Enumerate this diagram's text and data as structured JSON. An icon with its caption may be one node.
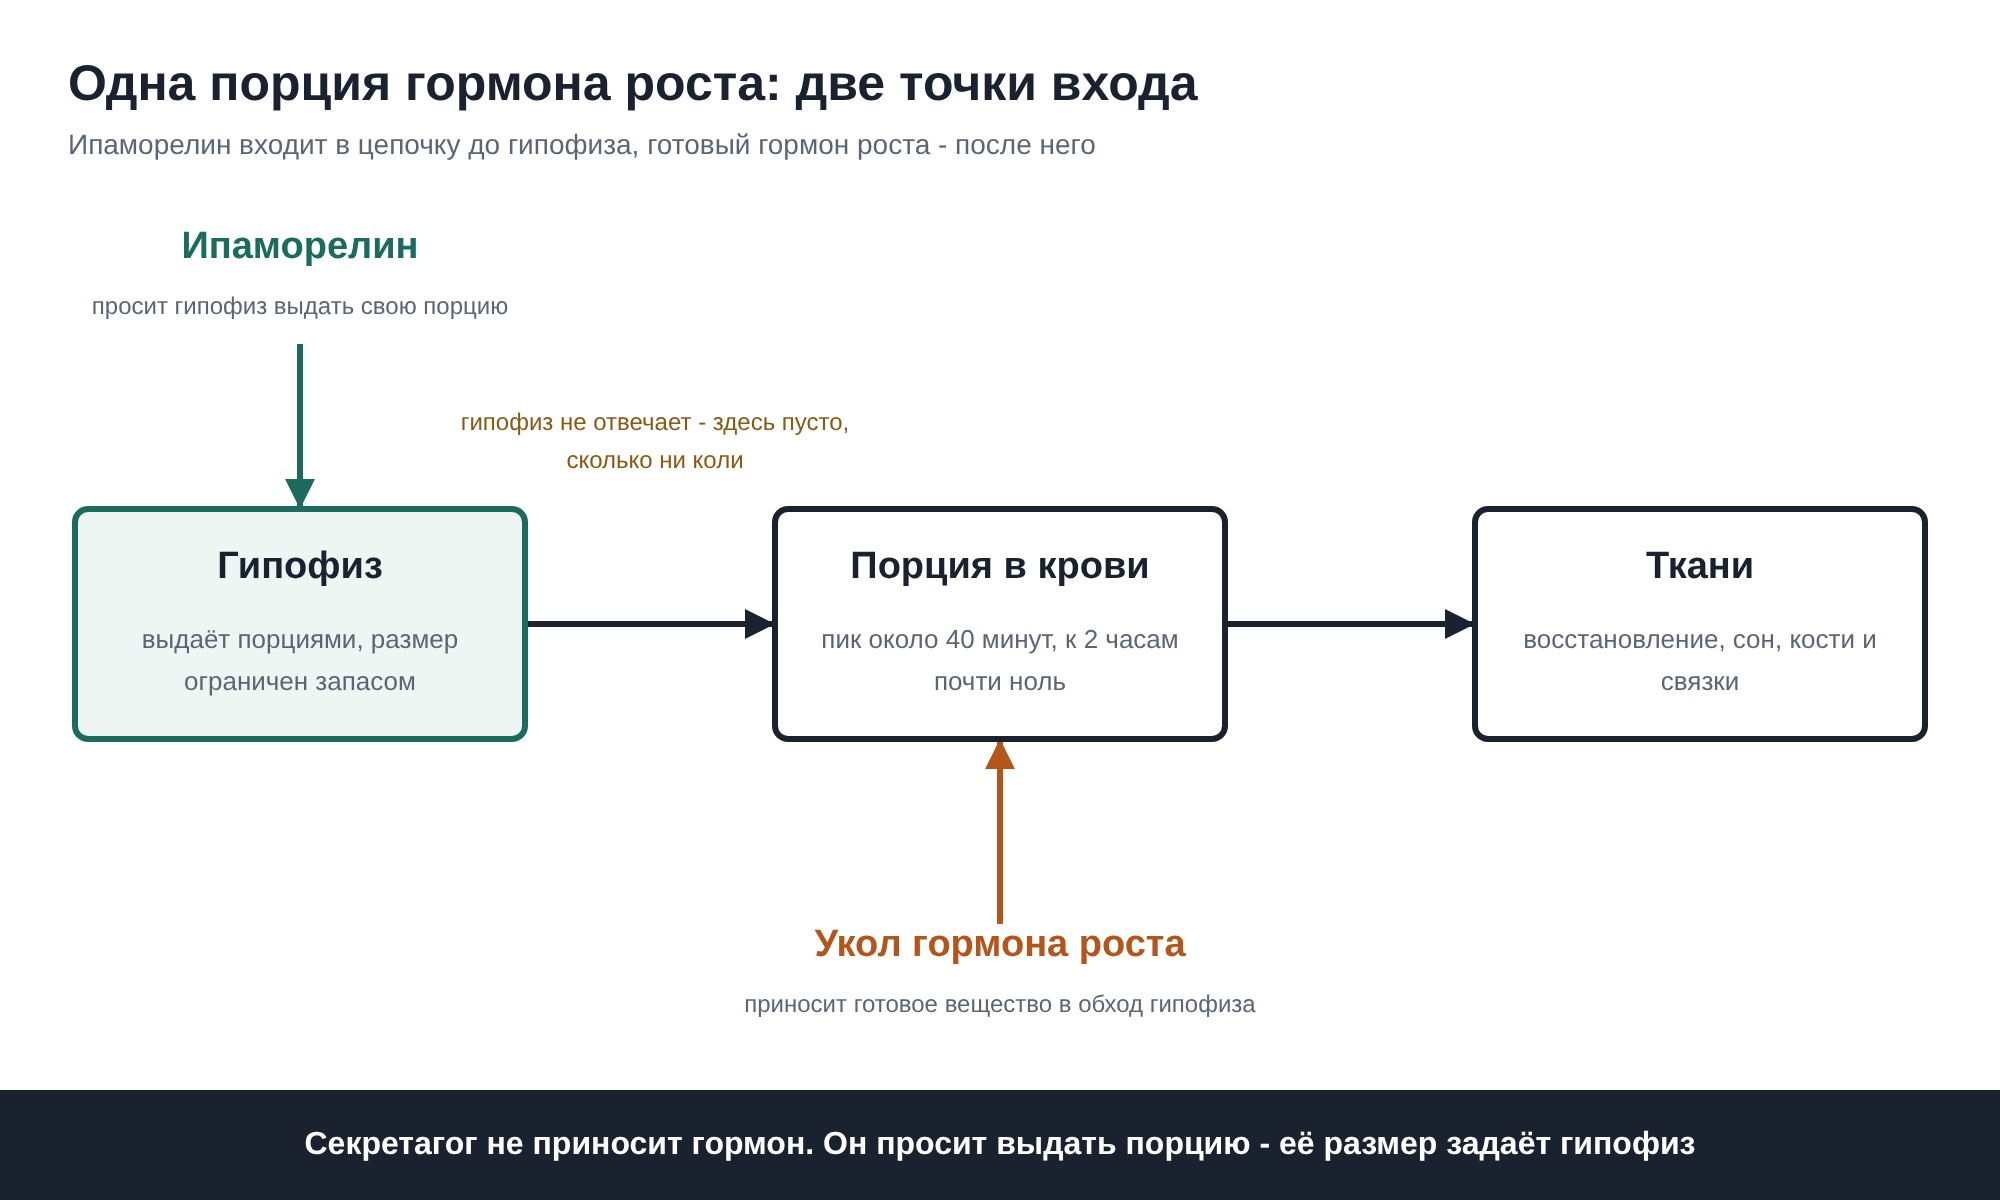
{
  "diagram": {
    "title": "Одна порция гормона роста: две точки входа",
    "caption": "Секретагог не приносит гормон. Он просит выдать порцию - её размер задаёт гипофиз",
    "nodes": [
      {
        "text": [
          "Ипаморелин",
          "просит гипофиз выдать свою порцию"
        ]
      },
      {
        "text": [
          "Гипофиз",
          "выдаёт порциями, размер ограничен запасом"
        ]
      },
      {
        "text": [
          "Порция в крови",
          "пик около 40 минут, к 2 часам почти ноль"
        ]
      },
      {
        "text": [
          "Ткани",
          "восстановление, сон, кости и связки"
        ]
      },
      {
        "text": [
          "Укол гормона роста",
          "приносит готовое вещество в обход гипофиза"
        ]
      }
    ],
    "edges": [
      {
        "from": 0,
        "to": 1,
        "arrow": "to",
        "color": "#1b6b5f"
      },
      {
        "from": 1,
        "to": 2,
        "arrow": "to"
      },
      {
        "from": 2,
        "to": 3,
        "arrow": "to"
      },
      {
        "from": 4,
        "to": 2,
        "arrow": "to",
        "color": "#b4561b"
      }
    ],
    "labels": [
      "Ипаморелин входит в цепочку до гипофиза, готовый гормон роста - после него",
      "гипофиз не отвечает - здесь пусто, сколько ни коли"
    ]
  }
}
